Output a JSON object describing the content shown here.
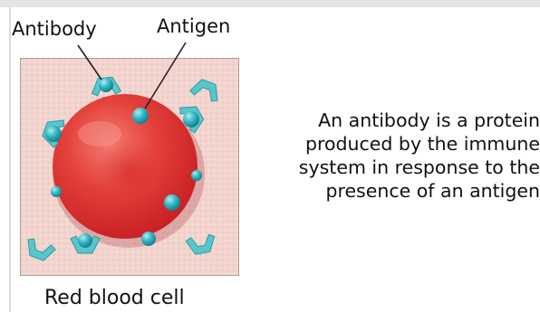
{
  "labels": {
    "antibody": "Antibody",
    "antigen": "Antigen",
    "caption": "Red blood cell"
  },
  "description": {
    "lines": [
      "An antibody is a protein",
      "produced by the immune",
      "system in response to the",
      "presence of an antigen"
    ]
  },
  "colors": {
    "panel_background": "#f3d5cf",
    "panel_border": "#9c8b84",
    "cell": "#e1312f",
    "cell_highlight": "#f07a6f",
    "antigen": "#2aa9b7",
    "antibody": "#5bc8cf",
    "pointer": "#222222"
  }
}
